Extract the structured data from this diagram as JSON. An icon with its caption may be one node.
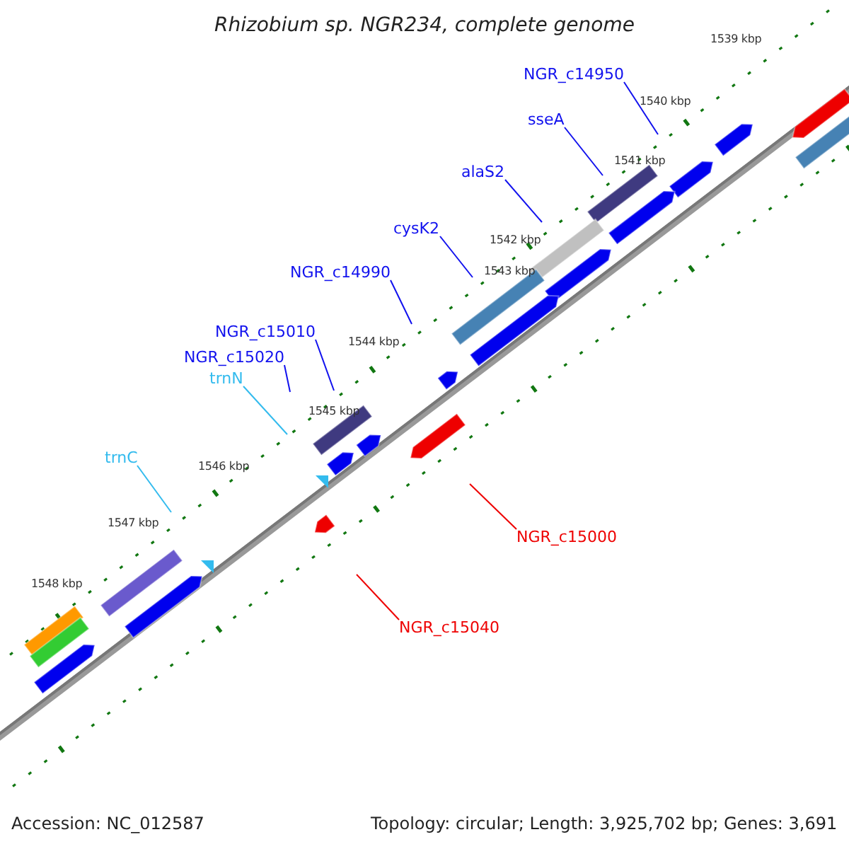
{
  "diagram": {
    "title": "Rhizobium sp. NGR234, complete genome",
    "nodes": [
      {
        "text": [
          "NGR_c14950"
        ]
      },
      {
        "text": [
          "sseA"
        ]
      },
      {
        "text": [
          "alaS2"
        ]
      },
      {
        "text": [
          "cysK2"
        ]
      },
      {
        "text": [
          "NGR_c14990"
        ]
      },
      {
        "text": [
          "NGR_c15010"
        ]
      },
      {
        "text": [
          "NGR_c15020"
        ]
      },
      {
        "text": [
          "trnN"
        ]
      },
      {
        "text": [
          "trnC"
        ]
      },
      {
        "text": [
          "NGR_c15000"
        ]
      },
      {
        "text": [
          "NGR_c15040"
        ]
      }
    ],
    "edges": [
      {
        "from": 0,
        "to": null,
        "arrow": "none"
      },
      {
        "from": 1,
        "to": null,
        "arrow": "none"
      },
      {
        "from": 2,
        "to": null,
        "arrow": "none"
      },
      {
        "from": 3,
        "to": null,
        "arrow": "none"
      },
      {
        "from": 4,
        "to": null,
        "arrow": "none"
      },
      {
        "from": 5,
        "to": null,
        "arrow": "none"
      },
      {
        "from": 6,
        "to": null,
        "arrow": "none"
      },
      {
        "from": 7,
        "to": null,
        "arrow": "none",
        "color": "#33bbee"
      },
      {
        "from": 8,
        "to": null,
        "arrow": "none",
        "color": "#33bbee"
      },
      {
        "from": 9,
        "to": null,
        "arrow": "none",
        "color": "#ee0000"
      },
      {
        "from": 10,
        "to": null,
        "arrow": "none",
        "color": "#ee0000"
      }
    ],
    "labels": [
      "1539 kbp",
      "1540 kbp",
      "1541 kbp",
      "1542 kbp",
      "1543 kbp",
      "1544 kbp",
      "1545 kbp",
      "1546 kbp",
      "1547 kbp",
      "1548 kbp",
      "Accession: NC_012587",
      "Topology: circular; Length: 3,925,702 bp; Genes: 3,691"
    ]
  }
}
